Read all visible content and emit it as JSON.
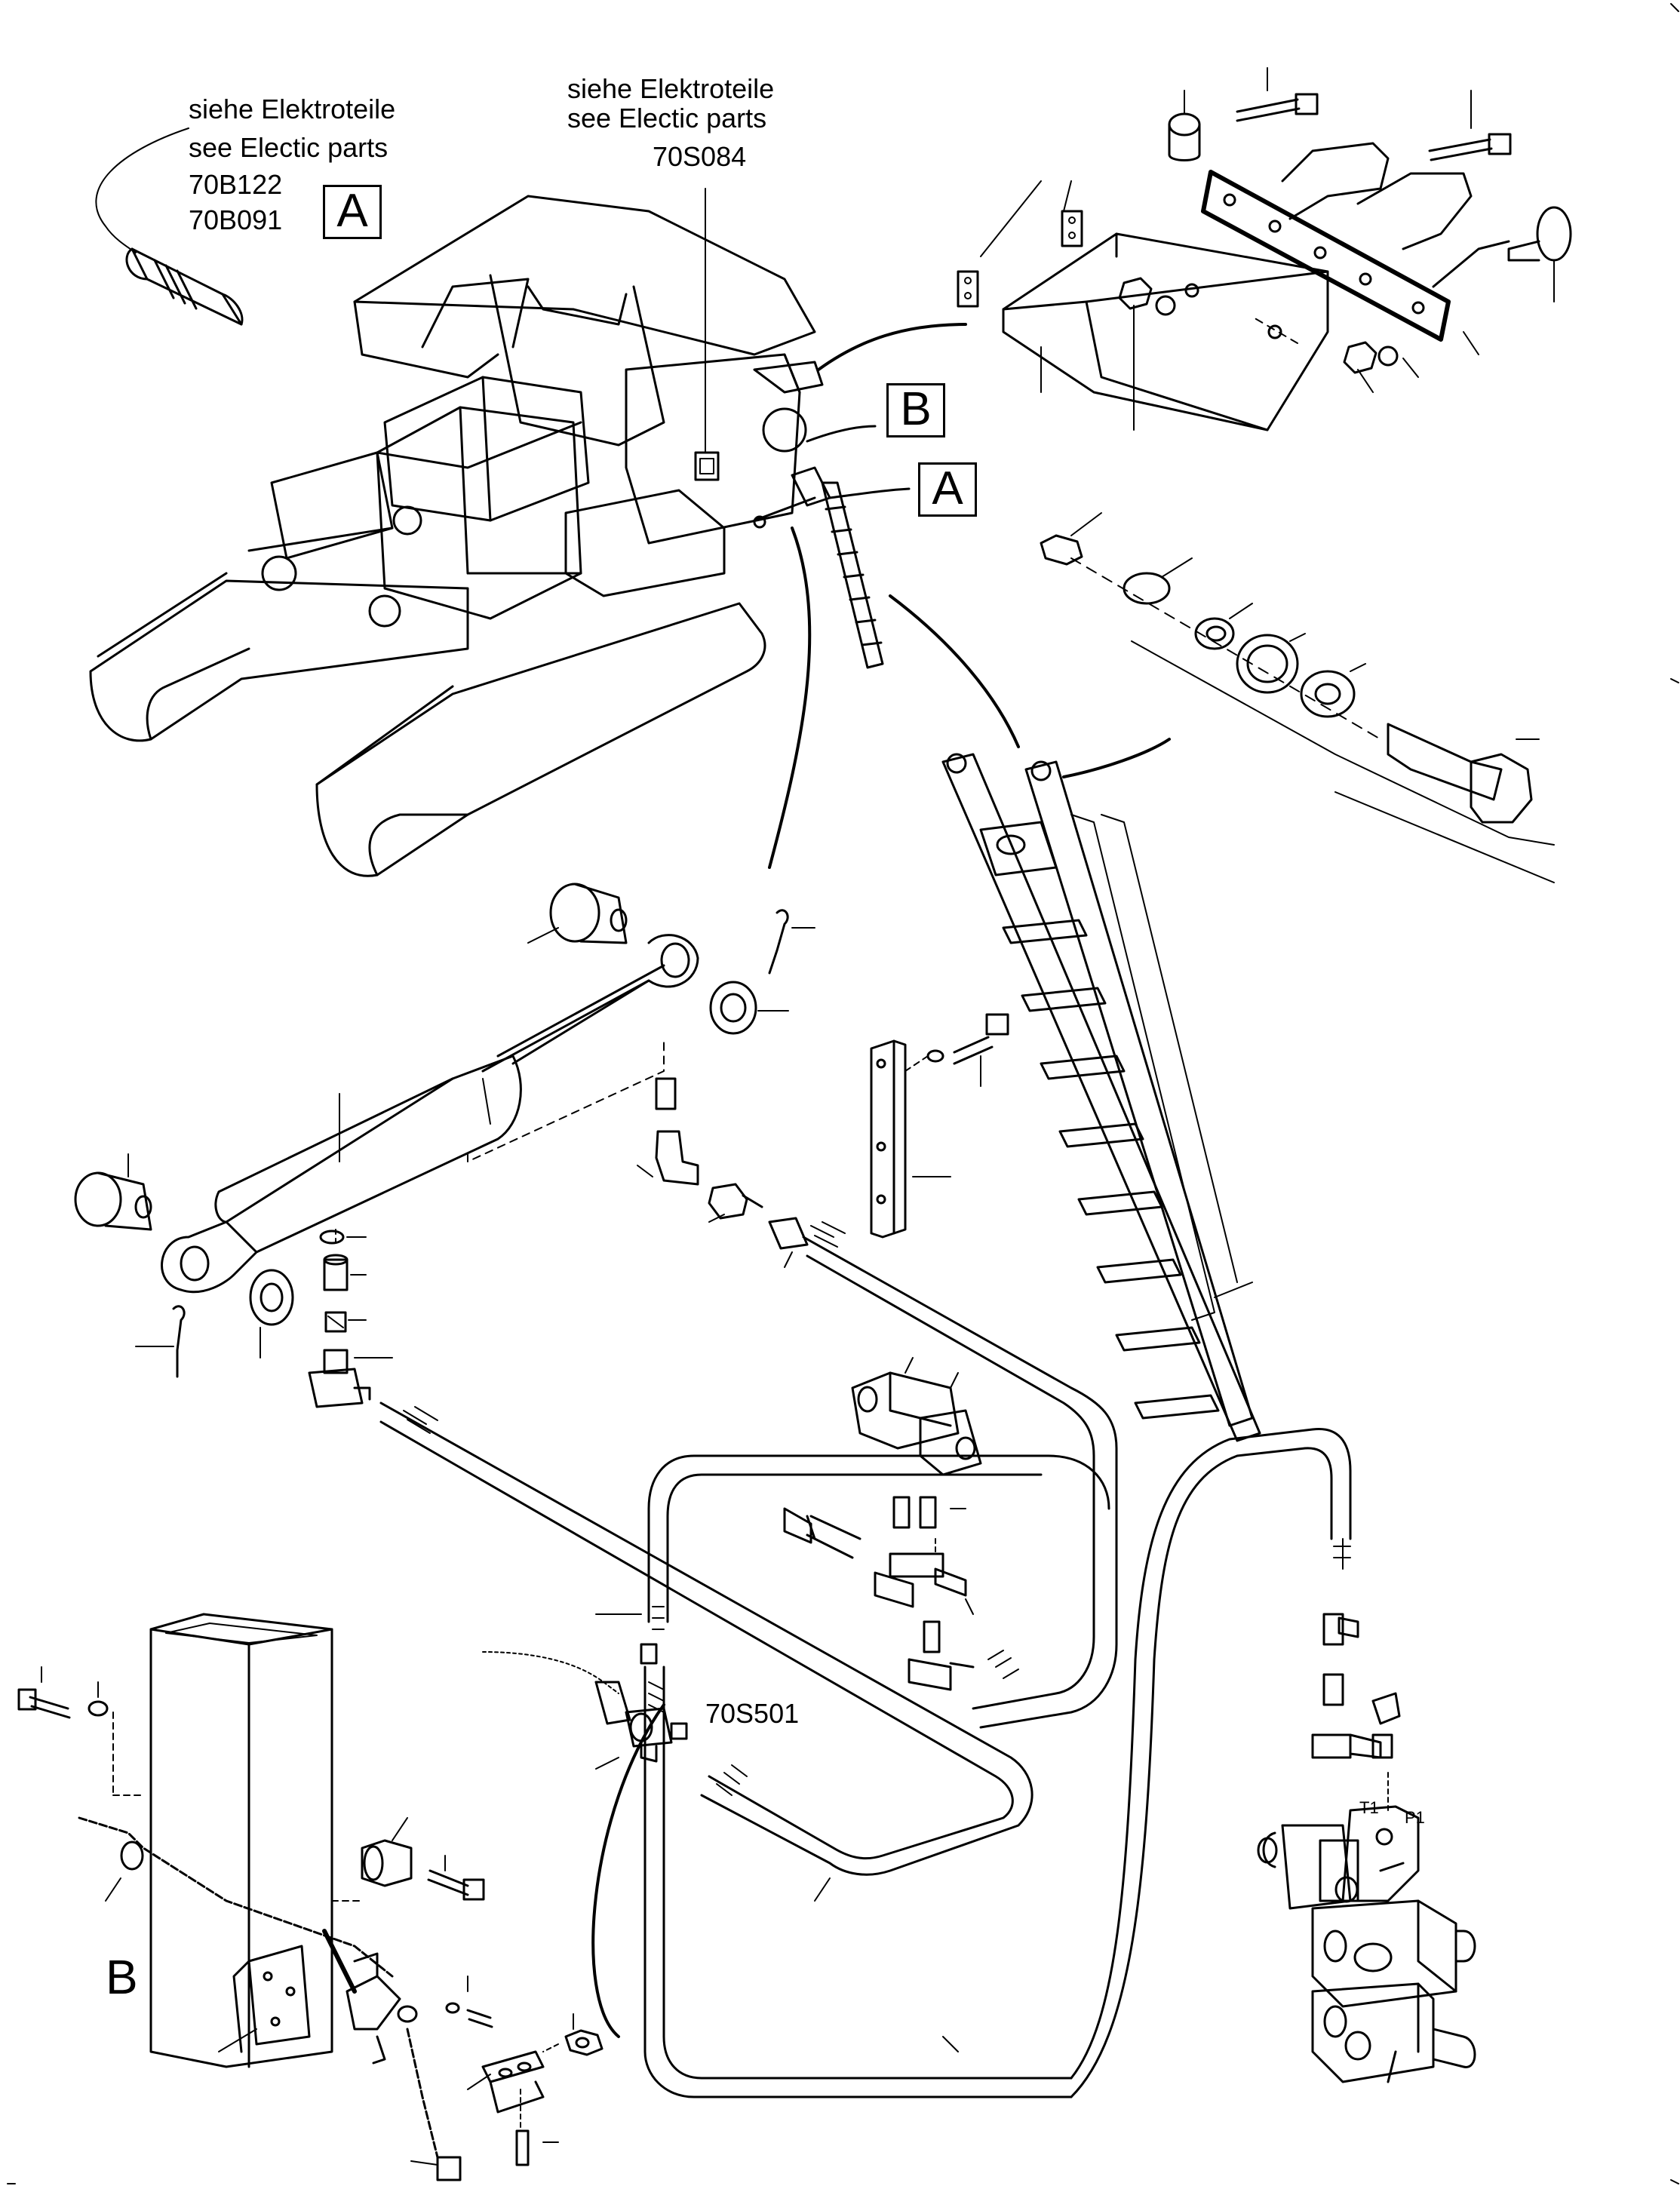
{
  "notes": {
    "a_de": "siehe Elektroteile",
    "a_en": "see Electic parts",
    "a_code1": "70B122",
    "a_code2": "70B091",
    "top_de": "siehe Elektroteile",
    "top_en": "see Electic parts",
    "top_code": "70S084"
  },
  "callouts": {
    "a_near_sensor": "A",
    "b_near_machine": "B",
    "a_near_machine": "A",
    "b_detail": "B"
  },
  "hydraulics": {
    "hose_group_code": "70S501",
    "port_t1": "T1",
    "port_p1": "P1"
  }
}
